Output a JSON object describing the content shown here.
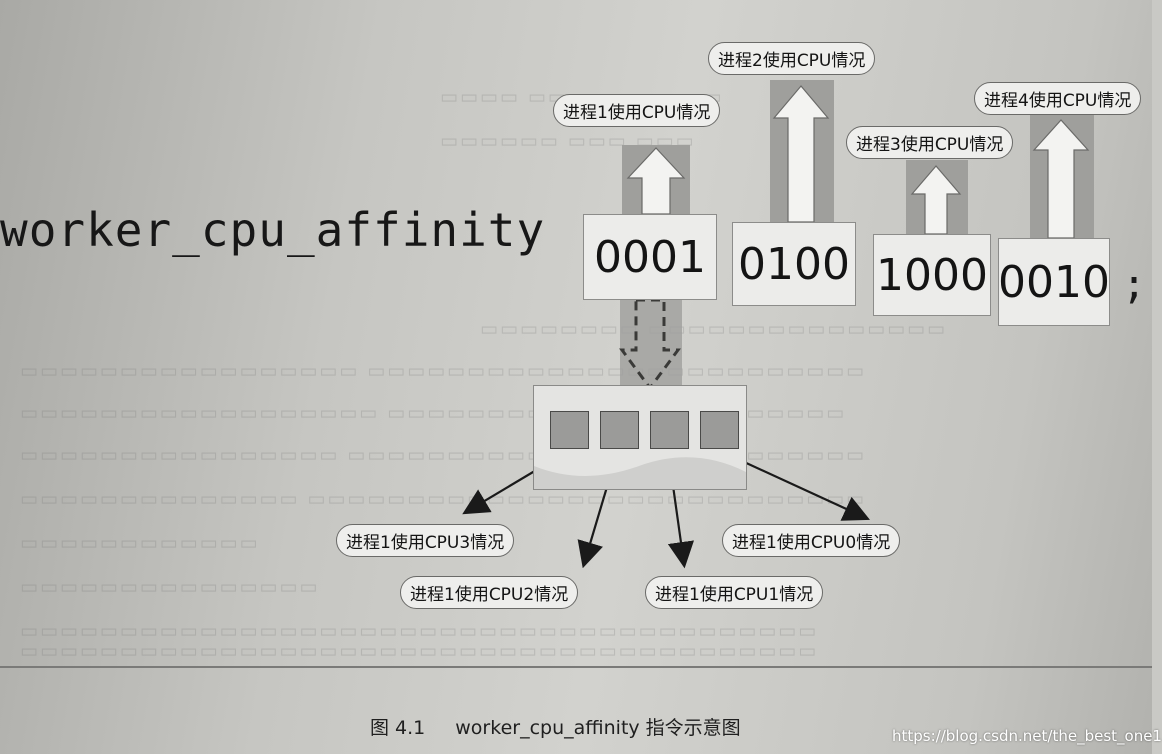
{
  "directive": {
    "name": "worker_cpu_affinity",
    "masks": [
      "0001",
      "0100",
      "1000",
      "0010"
    ],
    "terminator": ";"
  },
  "process_tags": [
    "进程1使用CPU情况",
    "进程2使用CPU情况",
    "进程3使用CPU情况",
    "进程4使用CPU情况"
  ],
  "cpu_tags": [
    "进程1使用CPU3情况",
    "进程1使用CPU2情况",
    "进程1使用CPU1情况",
    "进程1使用CPU0情况"
  ],
  "caption": {
    "figure": "图 4.1",
    "text": "worker_cpu_affinity 指令示意图"
  },
  "watermark": "https://blog.csdn.net/the_best_one1",
  "colors": {
    "arrow_fill": "#f3f3f1",
    "arrow_band": "#9f9f9c",
    "ink": "#171717"
  }
}
